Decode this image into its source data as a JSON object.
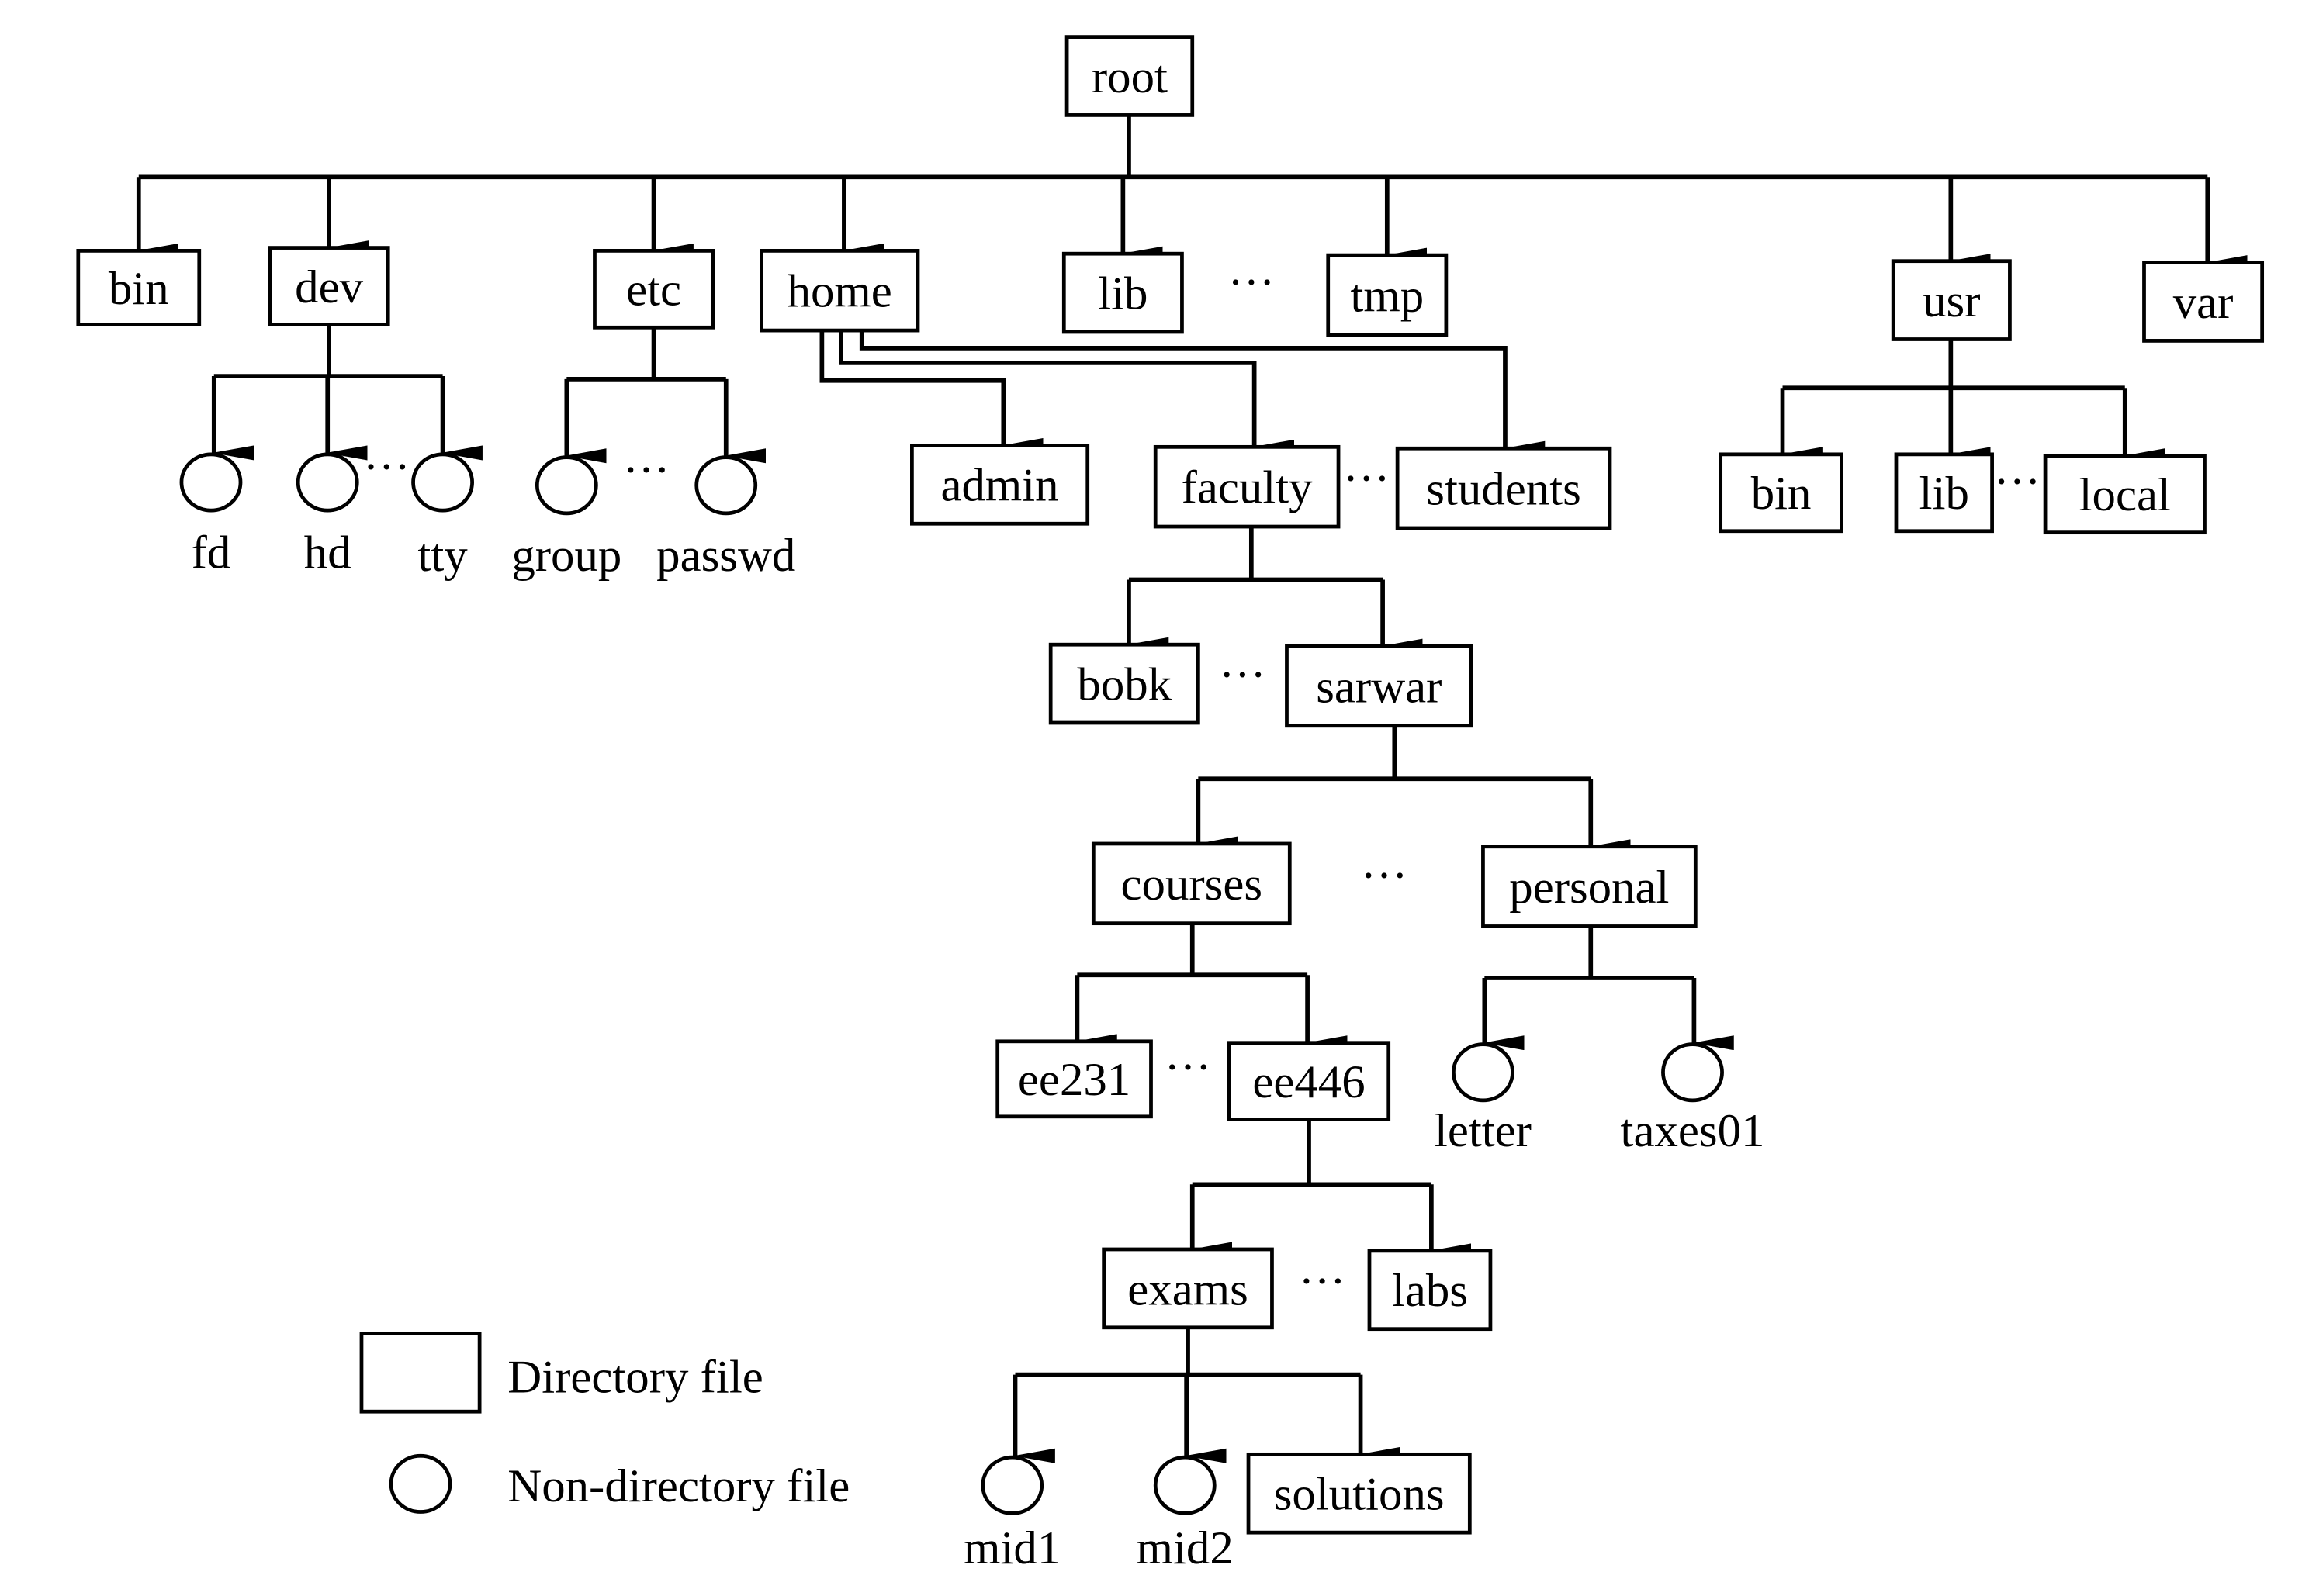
{
  "diagram": {
    "directories": {
      "root": "root",
      "bin": "bin",
      "dev": "dev",
      "etc": "etc",
      "home": "home",
      "lib": "lib",
      "tmp": "tmp",
      "usr": "usr",
      "var": "var",
      "admin": "admin",
      "faculty": "faculty",
      "students": "students",
      "usr_bin": "bin",
      "usr_lib": "lib",
      "usr_local": "local",
      "bobk": "bobk",
      "sarwar": "sarwar",
      "courses": "courses",
      "personal": "personal",
      "ee231": "ee231",
      "ee446": "ee446",
      "exams": "exams",
      "labs": "labs",
      "solutions": "solutions"
    },
    "files": {
      "fd": "fd",
      "hd": "hd",
      "tty": "tty",
      "group": "group",
      "passwd": "passwd",
      "letter": "letter",
      "taxes01": "taxes01",
      "mid1": "mid1",
      "mid2": "mid2"
    },
    "ellipsis": "···"
  },
  "legend": {
    "directory_label": "Directory file",
    "nondirectory_label": "Non-directory file"
  }
}
